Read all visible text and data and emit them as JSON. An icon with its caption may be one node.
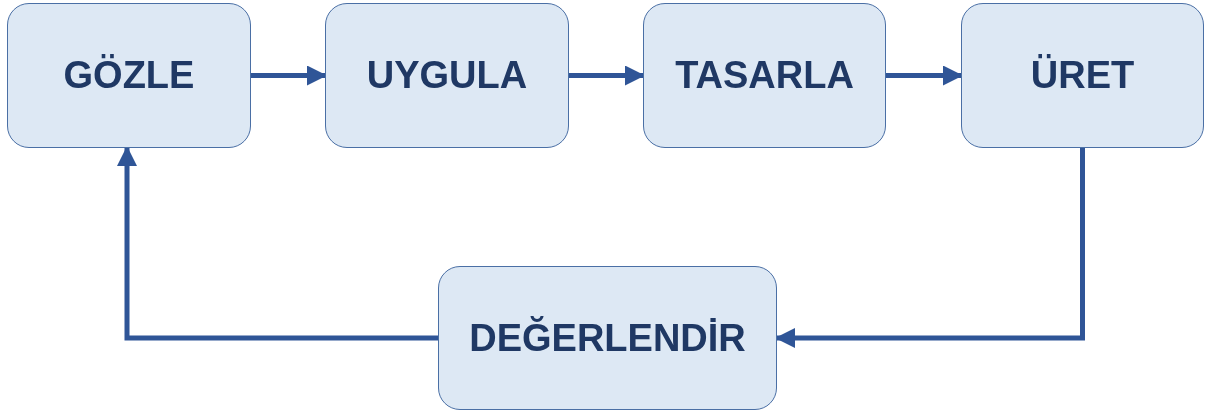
{
  "diagram": {
    "nodes": [
      {
        "text": [
          "GÖZLE"
        ]
      },
      {
        "text": [
          "UYGULA"
        ]
      },
      {
        "text": [
          "TASARLA"
        ]
      },
      {
        "text": [
          "ÜRET"
        ]
      },
      {
        "text": [
          "DEĞERLENDİR"
        ]
      }
    ],
    "edges": [
      {
        "from": 0,
        "to": 1,
        "arrow": "to"
      },
      {
        "from": 1,
        "to": 2,
        "arrow": "to"
      },
      {
        "from": 2,
        "to": 3,
        "arrow": "to"
      },
      {
        "from": 3,
        "to": 4,
        "arrow": "to"
      },
      {
        "from": 4,
        "to": 0,
        "arrow": "to"
      }
    ]
  }
}
